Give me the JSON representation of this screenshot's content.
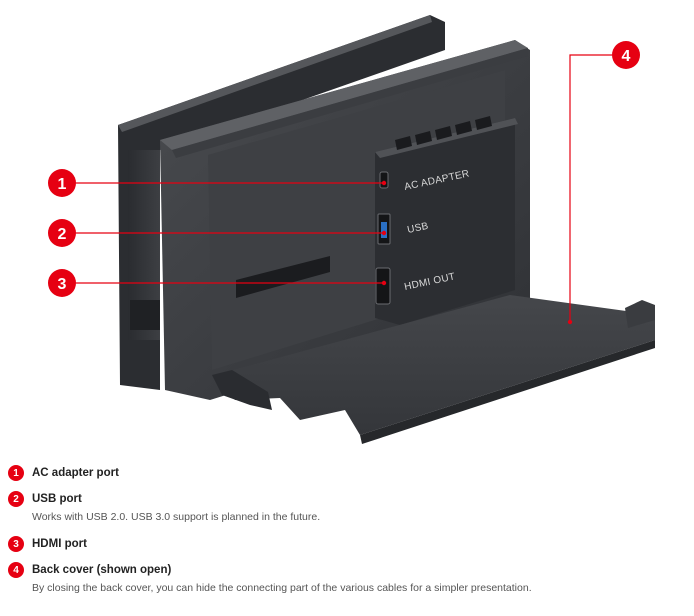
{
  "figure": {
    "port_labels": {
      "ac": "AC ADAPTER",
      "usb": "USB",
      "hdmi": "HDMI OUT"
    },
    "callouts": [
      "1",
      "2",
      "3",
      "4"
    ],
    "accent_color": "#e60012"
  },
  "legend": [
    {
      "num": "1",
      "title": "AC adapter port",
      "desc": ""
    },
    {
      "num": "2",
      "title": "USB port",
      "desc": "Works with USB 2.0. USB 3.0 support is planned in the future."
    },
    {
      "num": "3",
      "title": "HDMI port",
      "desc": ""
    },
    {
      "num": "4",
      "title": "Back cover (shown open)",
      "desc": "By closing the back cover, you can hide the connecting part of the various cables for a simpler presentation."
    }
  ]
}
